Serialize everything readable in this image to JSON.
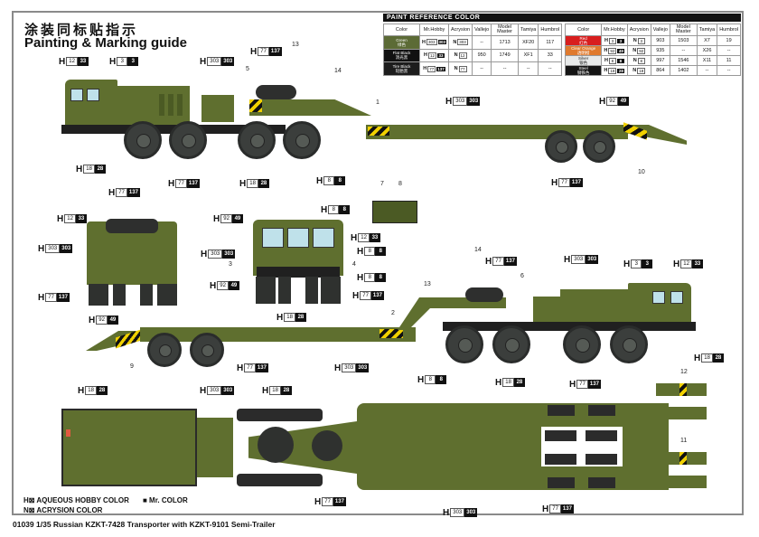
{
  "header": {
    "title_cn": "涂装同标贴指示",
    "title_en": "Painting & Marking guide"
  },
  "paint_table": {
    "title": "PAINT REFERENCE COLOR",
    "columns": [
      "Color",
      "Mr.Hobby",
      "Acrysion",
      "Vallejo",
      "Model Master",
      "Tamiya",
      "Humbrol"
    ],
    "left_rows": [
      {
        "color_en": "Green",
        "color_cn": "绿色",
        "swatch": "#5c6b36",
        "h_w": "303",
        "h_b": "303",
        "n": "303",
        "vallejo": "--",
        "model_master": "1713",
        "tamiya": "XF20",
        "humbrol": "117"
      },
      {
        "color_en": "Flat Black",
        "color_cn": "消光黑",
        "swatch": "#111111",
        "h_w": "12",
        "h_b": "33",
        "n": "12",
        "vallejo": "950",
        "model_master": "1749",
        "tamiya": "XF1",
        "humbrol": "33"
      },
      {
        "color_en": "Tire Black",
        "color_cn": "轮胎黑",
        "swatch": "#1d1d1d",
        "h_w": "77",
        "h_b": "137",
        "n": "77",
        "vallejo": "--",
        "model_master": "--",
        "tamiya": "--",
        "humbrol": "--"
      }
    ],
    "right_rows": [
      {
        "color_en": "Red",
        "color_cn": "红色",
        "swatch": "#d81e1e",
        "h_w": "3",
        "h_b": "3",
        "n": "3",
        "vallejo": "903",
        "model_master": "1503",
        "tamiya": "X7",
        "humbrol": "19"
      },
      {
        "color_en": "Clear Orange",
        "color_cn": "透明橙",
        "swatch": "#e07a2e",
        "h_w": "92",
        "h_b": "49",
        "n": "92",
        "vallejo": "935",
        "model_master": "--",
        "tamiya": "X26",
        "humbrol": "--"
      },
      {
        "color_en": "Silver",
        "color_cn": "银色",
        "swatch": "#e8eaea",
        "h_w": "8",
        "h_b": "8",
        "n": "8",
        "vallejo": "997",
        "model_master": "1546",
        "tamiya": "X11",
        "humbrol": "11"
      },
      {
        "color_en": "Steel",
        "color_cn": "钢铁色",
        "swatch": "#141414",
        "h_w": "18",
        "h_b": "28",
        "n": "18",
        "vallejo": "864",
        "model_master": "1402",
        "tamiya": "--",
        "humbrol": "--"
      }
    ]
  },
  "callouts": {
    "h12_33": {
      "w": "12",
      "b": "33"
    },
    "h3_3": {
      "w": "3",
      "b": "3"
    },
    "h303_303": {
      "w": "303",
      "b": "303"
    },
    "h77_137": {
      "w": "77",
      "b": "137"
    },
    "h18_28": {
      "w": "18",
      "b": "28"
    },
    "h8_8": {
      "w": "8",
      "b": "8"
    },
    "h92_49": {
      "w": "92",
      "b": "49"
    },
    "prefix": "H"
  },
  "part_numbers": [
    "1",
    "2",
    "3",
    "4",
    "5",
    "6",
    "7",
    "8",
    "9",
    "10",
    "11",
    "12",
    "13",
    "14"
  ],
  "legend": {
    "aqueous": "H⊠ AQUEOUS HOBBY COLOR",
    "acrysion": "N⊠ ACRYSION COLOR",
    "mr_color": "■ Mr. COLOR"
  },
  "footer": {
    "product": "01039 1/35 Russian KZKT-7428 Transporter with KZKT-9101 Semi-Trailer"
  },
  "colors": {
    "olive": "#5f6f2f",
    "hazard_yellow": "#f0d000",
    "glass": "#bfe1ea"
  }
}
